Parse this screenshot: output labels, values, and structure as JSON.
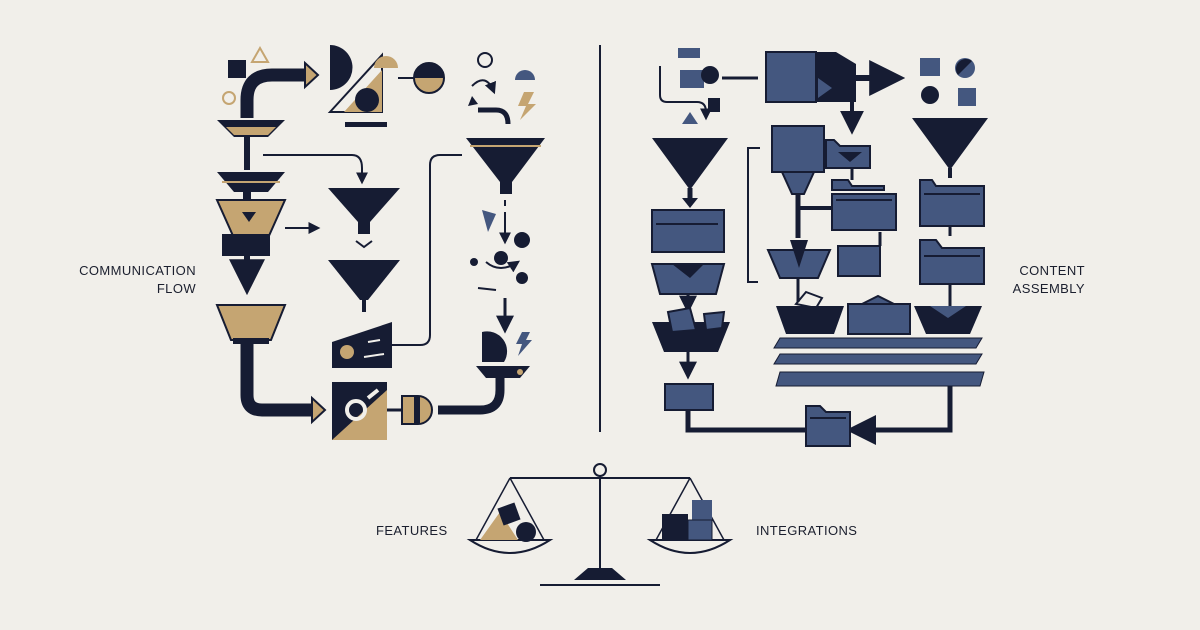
{
  "labels": {
    "left_line1": "COMMUNICATION",
    "left_line2": "FLOW",
    "right_line1": "CONTENT",
    "right_line2": "ASSEMBLY",
    "scale_left": "FEATURES",
    "scale_right": "INTEGRATIONS"
  },
  "colors": {
    "background": "#f1efea",
    "navy": "#161c33",
    "gold": "#c5a572",
    "slate": "#44577f",
    "line": "#1b1f2e"
  },
  "icons": [
    "funnel-icon",
    "arrow-icon",
    "pipe-icon",
    "folder-icon",
    "box-icon",
    "scale-icon",
    "lightning-icon",
    "triangle-icon",
    "circle-icon"
  ]
}
